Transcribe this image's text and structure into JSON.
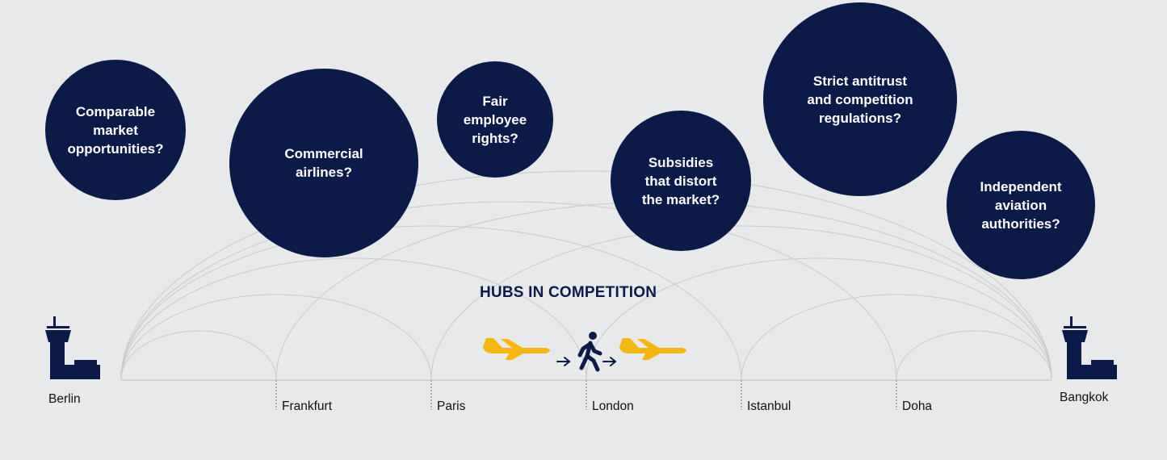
{
  "colors": {
    "background": "#e8e9eb",
    "navy": "#0c1a4a",
    "plane": "#f5b70f",
    "arc": "#c9cacd"
  },
  "title": "HUBS IN COMPETITION",
  "bubbles": [
    {
      "text": "Comparable\nmarket\nopportunities?"
    },
    {
      "text": "Commercial\nairlines?"
    },
    {
      "text": "Fair\nemployee\nrights?"
    },
    {
      "text": "Subsidies\nthat distort\nthe market?"
    },
    {
      "text": "Strict antitrust\nand competition\nregulations?"
    },
    {
      "text": "Independent\naviation\nauthorities?"
    }
  ],
  "cities": [
    "Berlin",
    "Frankfurt",
    "Paris",
    "London",
    "Istanbul",
    "Doha",
    "Bangkok"
  ],
  "icons": [
    "control-tower-icon",
    "airplane-icon",
    "arrow-right-icon",
    "walking-person-icon"
  ]
}
